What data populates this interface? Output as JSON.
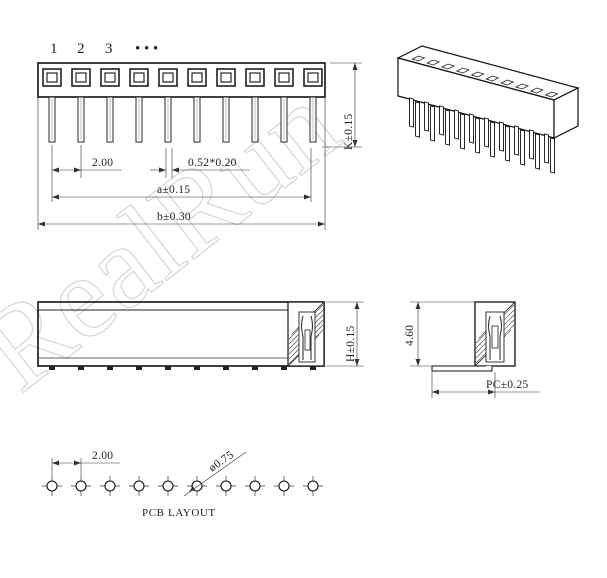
{
  "pin_numbers": [
    "1",
    "2",
    "3"
  ],
  "ellipsis": "• • •",
  "front_view": {
    "pitch_label": "2.00",
    "pin_width_label": "0.52*0.20",
    "length_a_label": "a±0.15",
    "length_b_label": "b±0.30",
    "height_k_label": "K±0.15"
  },
  "side_view": {
    "height_h_label": "H±0.15"
  },
  "end_view": {
    "height_label": "4.60",
    "pc_label": "PC±0.25"
  },
  "pcb_layout": {
    "pitch_label": "2.00",
    "hole_label": "ø0.75",
    "title": "PCB LAYOUT"
  },
  "watermark": "RealRun"
}
